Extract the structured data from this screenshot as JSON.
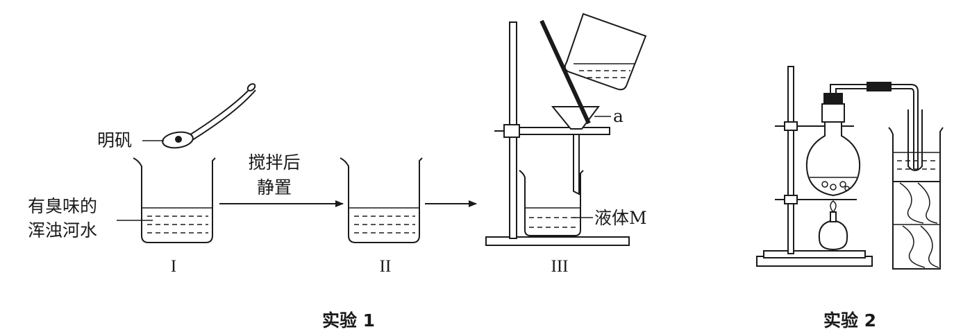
{
  "labels": {
    "alum": "明矾",
    "river_water_line1": "有臭味的",
    "river_water_line2": "浑浊河水",
    "stir_line1": "搅拌后",
    "stir_line2": "静置",
    "point_a": "a",
    "liquid_m": "液体M",
    "beaker_1": "I",
    "beaker_2": "II",
    "beaker_3": "III",
    "caption_exp1": "实验 1",
    "caption_exp2": "实验 2"
  }
}
